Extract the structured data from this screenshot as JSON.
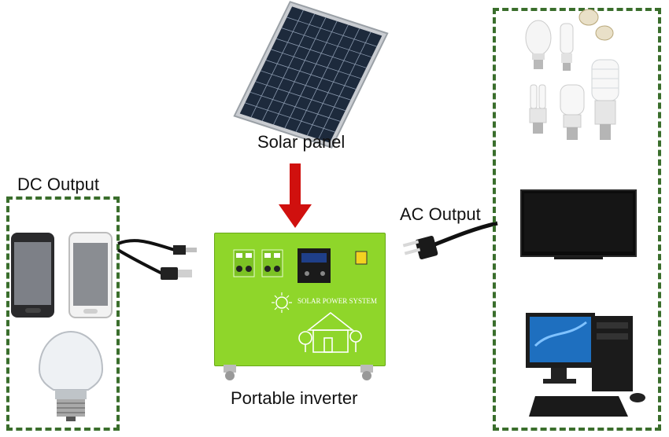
{
  "labels": {
    "solar_panel": "Solar panel",
    "dc_output": "DC Output",
    "ac_output": "AC Output",
    "portable_inverter": "Portable inverter",
    "unit_brand": "SOLAR POWER SYSTEM"
  },
  "colors": {
    "box_border": "#3a6e2c",
    "arrow": "#d0100e",
    "inverter_body": "#8fd62a"
  },
  "icons": {
    "dc_devices": [
      "smartphone-black-icon",
      "smartphone-white-icon",
      "led-bulb-icon"
    ],
    "ac_devices": [
      "cfl-bulbs-icon",
      "flat-tv-icon",
      "desktop-computer-icon"
    ],
    "cables": [
      "dc-usb-cable-icon",
      "ac-plug-icon"
    ]
  }
}
